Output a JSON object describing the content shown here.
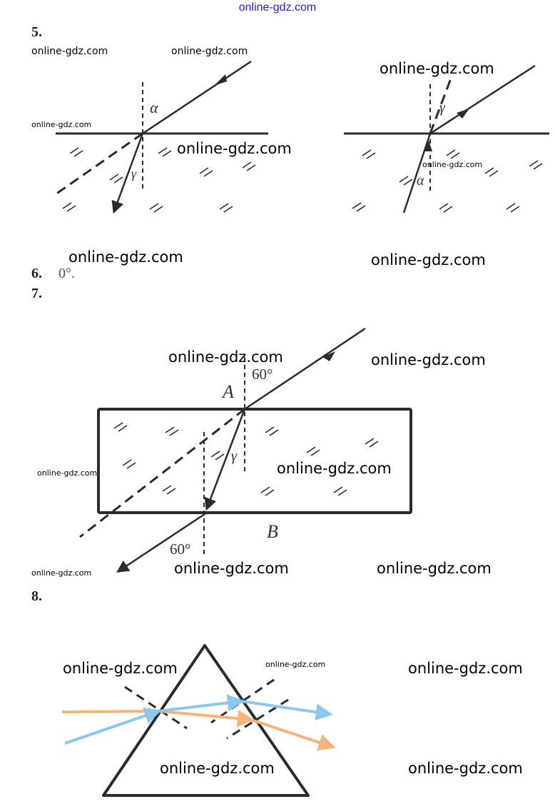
{
  "header": {
    "site": "online-gdz.com"
  },
  "problems": {
    "p5": {
      "number": "5.",
      "alpha": "α",
      "gamma": "γ"
    },
    "p6": {
      "number": "6.",
      "answer": "0°."
    },
    "p7": {
      "number": "7.",
      "point_a": "A",
      "point_b": "B",
      "angle_top": "60°",
      "angle_bottom": "60°",
      "gamma": "γ"
    },
    "p8": {
      "number": "8."
    }
  },
  "watermark": "online-gdz.com",
  "colors": {
    "orange_ray": "#f5b57a",
    "blue_ray": "#8cc8ee",
    "ink": "#2b2b2b"
  }
}
